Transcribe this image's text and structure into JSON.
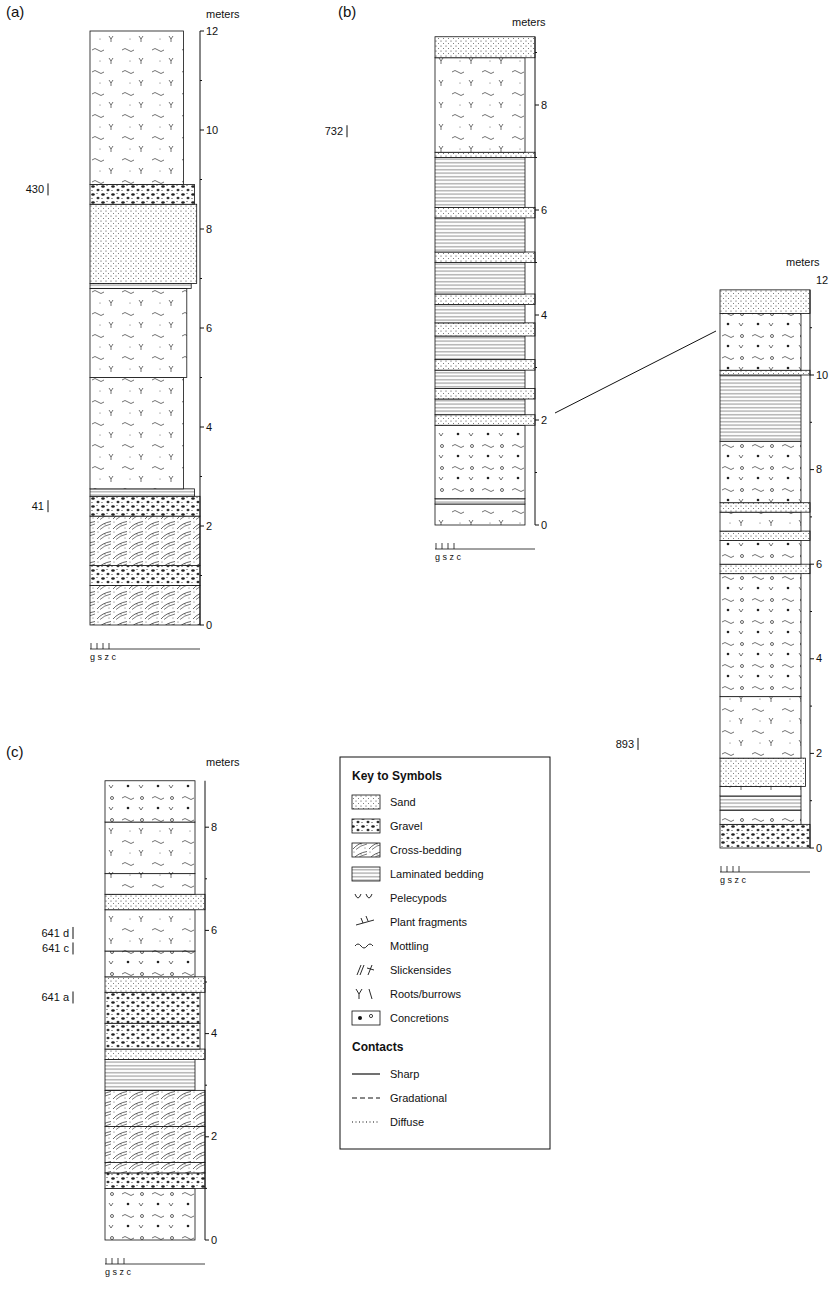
{
  "diagram": {
    "labels": [
      "(a)",
      "meters",
      "12",
      "10",
      "8",
      "6",
      "4",
      "2",
      "0",
      "430",
      "41",
      "g s z c",
      "(b)",
      "meters",
      "8",
      "6",
      "4",
      "2",
      "0",
      "732",
      "g s z c",
      "meters",
      "12",
      "10",
      "8",
      "6",
      "4",
      "2",
      "0",
      "893",
      "g s z c",
      "(c)",
      "meters",
      "8",
      "6",
      "4",
      "2",
      "0",
      "641 d",
      "641 c",
      "641 a",
      "g s z c",
      "Key to Symbols",
      "Contacts"
    ],
    "legend": [
      {
        "text": "Sand"
      },
      {
        "text": "Gravel"
      },
      {
        "text": "Cross-bedding"
      },
      {
        "text": "Laminated bedding"
      },
      {
        "text": "Pelecypods"
      },
      {
        "text": "Plant fragments"
      },
      {
        "text": "Mottling"
      },
      {
        "text": "Slickensides"
      },
      {
        "text": "Roots/burrows"
      },
      {
        "text": "Concretions"
      },
      {
        "text": "Sharp"
      },
      {
        "text": "Gradational"
      },
      {
        "text": "Diffuse"
      }
    ]
  }
}
